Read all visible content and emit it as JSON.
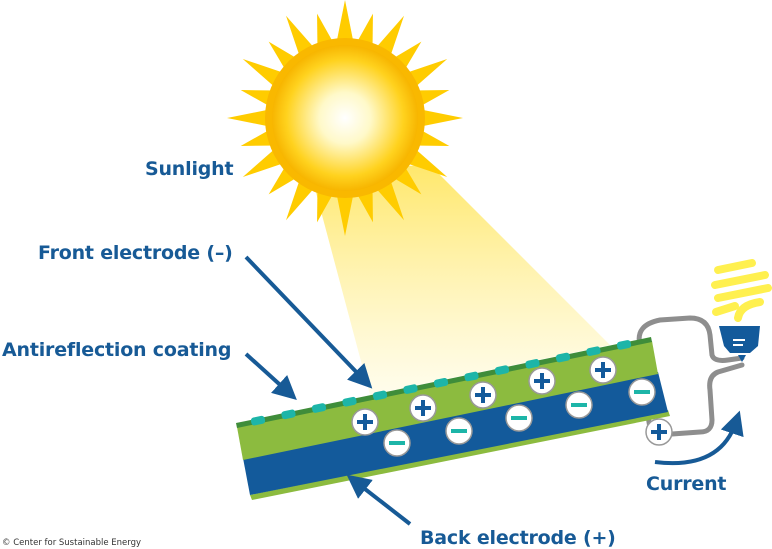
{
  "labels": {
    "sunlight": "Sunlight",
    "front_electrode": "Front electrode (–)",
    "antireflection": "Antireflection coating",
    "current": "Current",
    "back_electrode": "Back electrode (+)"
  },
  "copyright": "© Center for Sustainable Energy",
  "colors": {
    "label_blue": "#175a96",
    "green_layer": "#8cbb3f",
    "blue_layer": "#135a9b",
    "teal_dots": "#1db5a8",
    "sun_yellow": "#ffd100",
    "wire_gray": "#8e8e8e",
    "bulb_yellow": "#fff04f"
  }
}
